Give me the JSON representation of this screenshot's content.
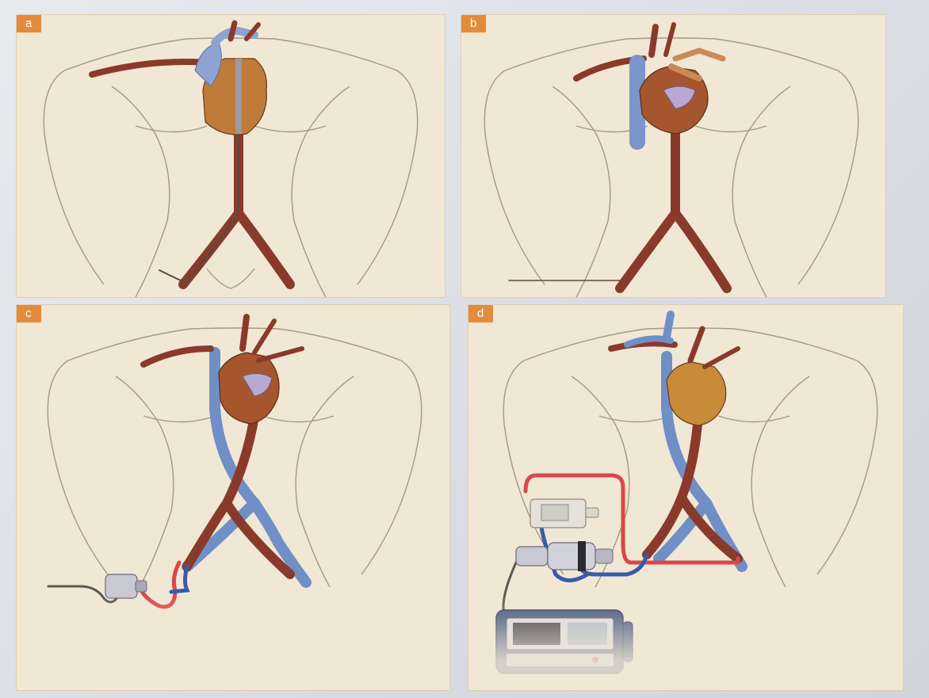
{
  "panels": {
    "a": {
      "label": "a"
    },
    "b": {
      "label": "b"
    },
    "c": {
      "label": "c"
    },
    "d": {
      "label": "d"
    }
  },
  "colors": {
    "panel_bg": "#f1e7d5",
    "label_bg": "#e38b3a",
    "artery": "#8a3a2a",
    "vein": "#6f8fc6",
    "heart": "#b86a2f",
    "tube_red": "#d94848",
    "tube_blue": "#3a5aa8",
    "outline": "#9a8f80"
  },
  "icons": {
    "panel_c": [
      "cannula-icon",
      "oxygenator-icon",
      "cable-icon"
    ],
    "panel_d": [
      "oxygenator-icon",
      "pump-icon",
      "ecmo-console-icon"
    ]
  }
}
